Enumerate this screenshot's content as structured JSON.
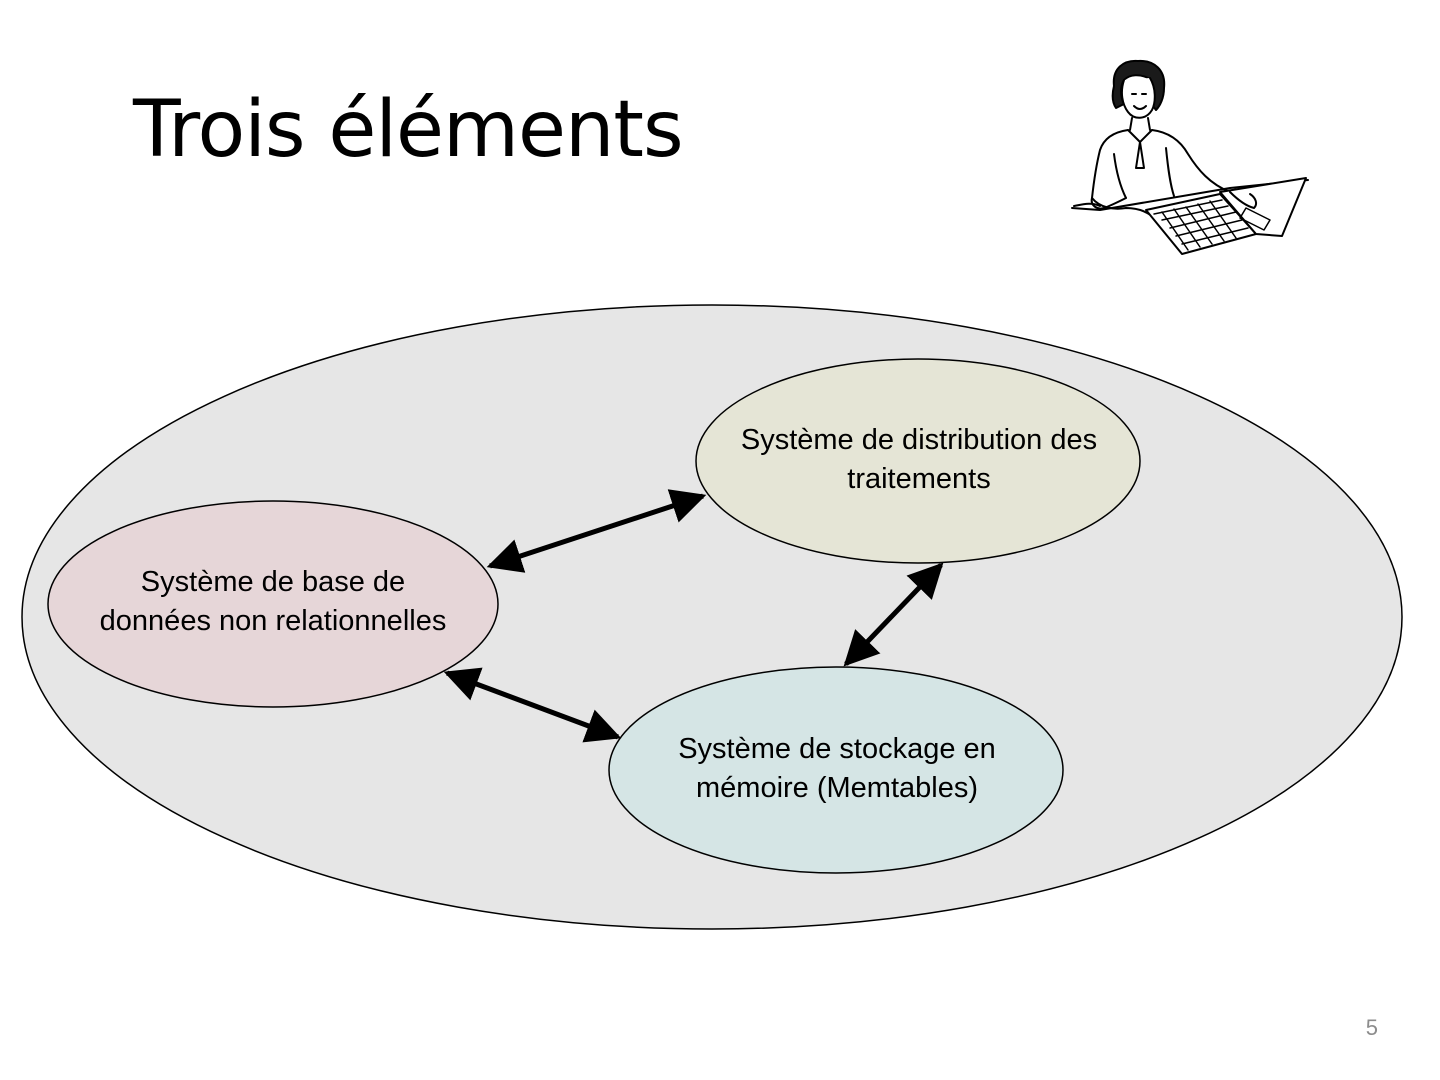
{
  "slide": {
    "title": "Trois éléments",
    "page_number": "5"
  },
  "diagram": {
    "container_color": "#e6e6e6",
    "nodes": [
      {
        "id": "nosql-db",
        "label": "Système de base de\ndonnées non relationnelles",
        "color": "#e6d6d8"
      },
      {
        "id": "distribution",
        "label": "Système de distribution des\ntraitements",
        "color": "#e5e5d6"
      },
      {
        "id": "memtables",
        "label": "Système de stockage en\nmémoire (Memtables)",
        "color": "#d5e5e5"
      }
    ],
    "links": [
      {
        "from": "nosql-db",
        "to": "distribution",
        "direction": "bidirectional"
      },
      {
        "from": "distribution",
        "to": "memtables",
        "direction": "bidirectional"
      },
      {
        "from": "nosql-db",
        "to": "memtables",
        "direction": "bidirectional"
      }
    ]
  },
  "illustration": {
    "icon": "woman-at-desk-clipart-icon"
  }
}
